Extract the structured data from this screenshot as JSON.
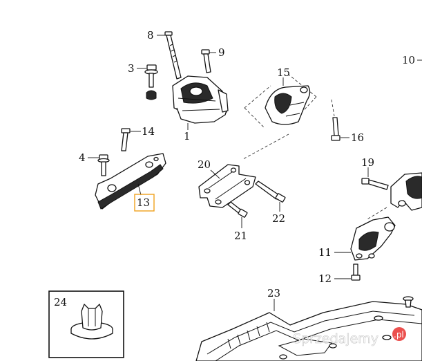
{
  "callouts": {
    "c1": "1",
    "c3": "3",
    "c4": "4",
    "c8": "8",
    "c9": "9",
    "c10": "10",
    "c11": "11",
    "c12": "12",
    "c13": "13",
    "c14": "14",
    "c15": "15",
    "c16": "16",
    "c19": "19",
    "c20": "20",
    "c21": "21",
    "c22": "22",
    "c23": "23",
    "c24": "24"
  },
  "highlighted_callout": "13",
  "colors": {
    "highlight": "#f0a11d",
    "line": "#111111"
  },
  "watermark": {
    "text": "Sprzedajemy",
    "badge": ".pl",
    "badge_color": "#e8312f"
  }
}
